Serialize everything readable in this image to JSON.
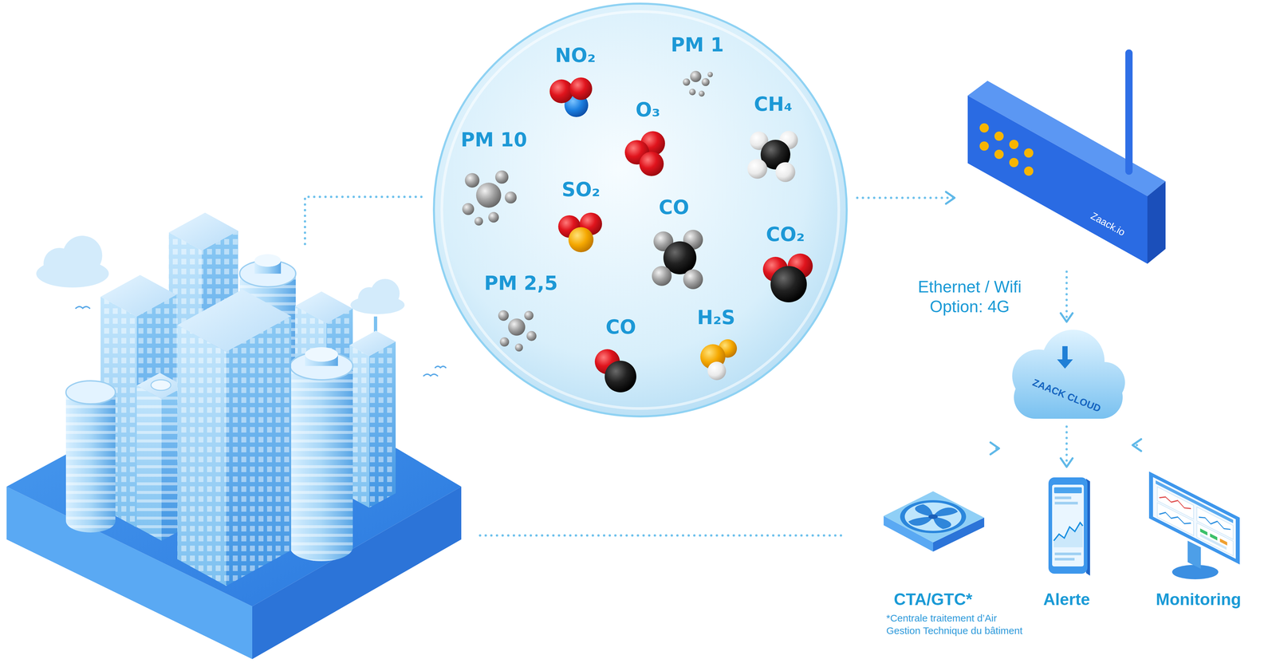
{
  "diagram": {
    "nodes": [
      {
        "text": [
          "NO₂",
          "PM 1",
          "O₃",
          "CH₄",
          "PM 10",
          "SO₂",
          "CO",
          "CO₂",
          "PM 2,5",
          "CO",
          "H₂S"
        ]
      },
      {
        "text": [
          "Zaack.io"
        ]
      },
      {
        "text": [
          "ZAACK CLOUD"
        ]
      },
      {
        "text": [
          "CTA/GTC*"
        ]
      },
      {
        "text": [
          "Alerte"
        ]
      },
      {
        "text": [
          "Monitoring"
        ]
      }
    ],
    "edges": [
      {
        "from": 0,
        "to": 1,
        "arrow": "to"
      },
      {
        "from": 1,
        "to": 2,
        "label": "Ethernet / Wifi Option: 4G",
        "arrow": "to"
      },
      {
        "from": 2,
        "to": 3,
        "arrow": "to"
      },
      {
        "from": 2,
        "to": 4,
        "arrow": "to"
      },
      {
        "from": 2,
        "to": 5,
        "arrow": "to"
      }
    ],
    "labels": [
      "*Centrale traitement d’Air Gestion Technique du bâtiment"
    ]
  }
}
